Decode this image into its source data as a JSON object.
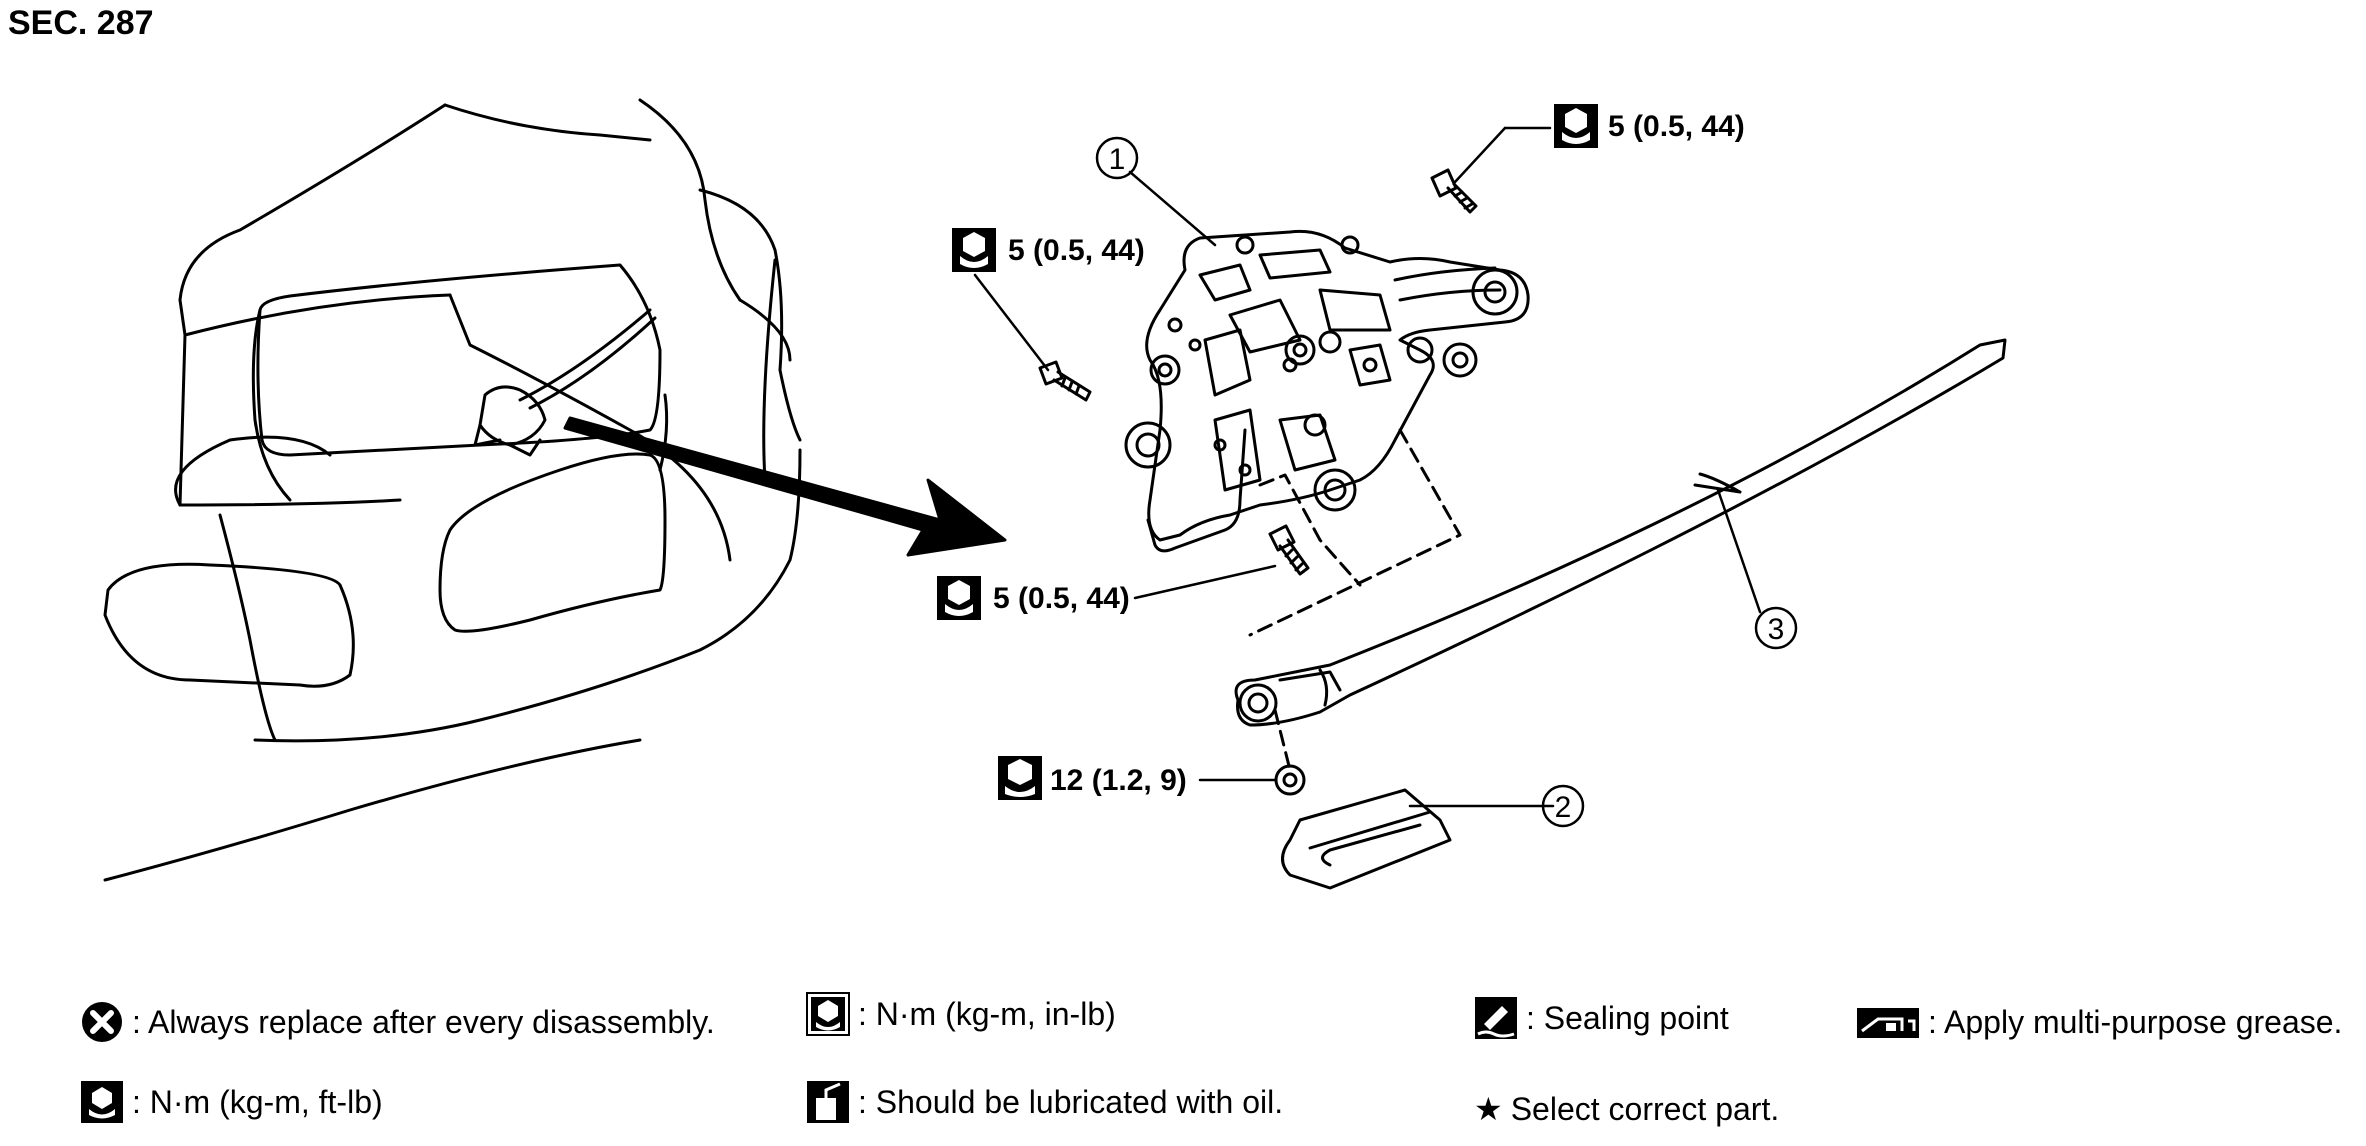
{
  "header": {
    "section": "SEC. 287"
  },
  "callouts": [
    {
      "num": "1",
      "part": "wiper-motor"
    },
    {
      "num": "2",
      "part": "arm-cap"
    },
    {
      "num": "3",
      "part": "wiper-arm"
    }
  ],
  "torques": {
    "top_right": "5 (0.5, 44)",
    "top_left": "5 (0.5, 44)",
    "middle": "5 (0.5, 44)",
    "nut": "12 (1.2, 9)"
  },
  "legend": {
    "replace": ": Always replace after every disassembly.",
    "torque_inlb": ": N·m (kg-m, in-lb)",
    "sealing": ": Sealing point",
    "grease": ": Apply multi-purpose grease.",
    "torque_ftlb": ": N·m (kg-m, ft-lb)",
    "oil": ": Should be lubricated with oil.",
    "star_symbol": "★",
    "select": "Select correct part."
  }
}
